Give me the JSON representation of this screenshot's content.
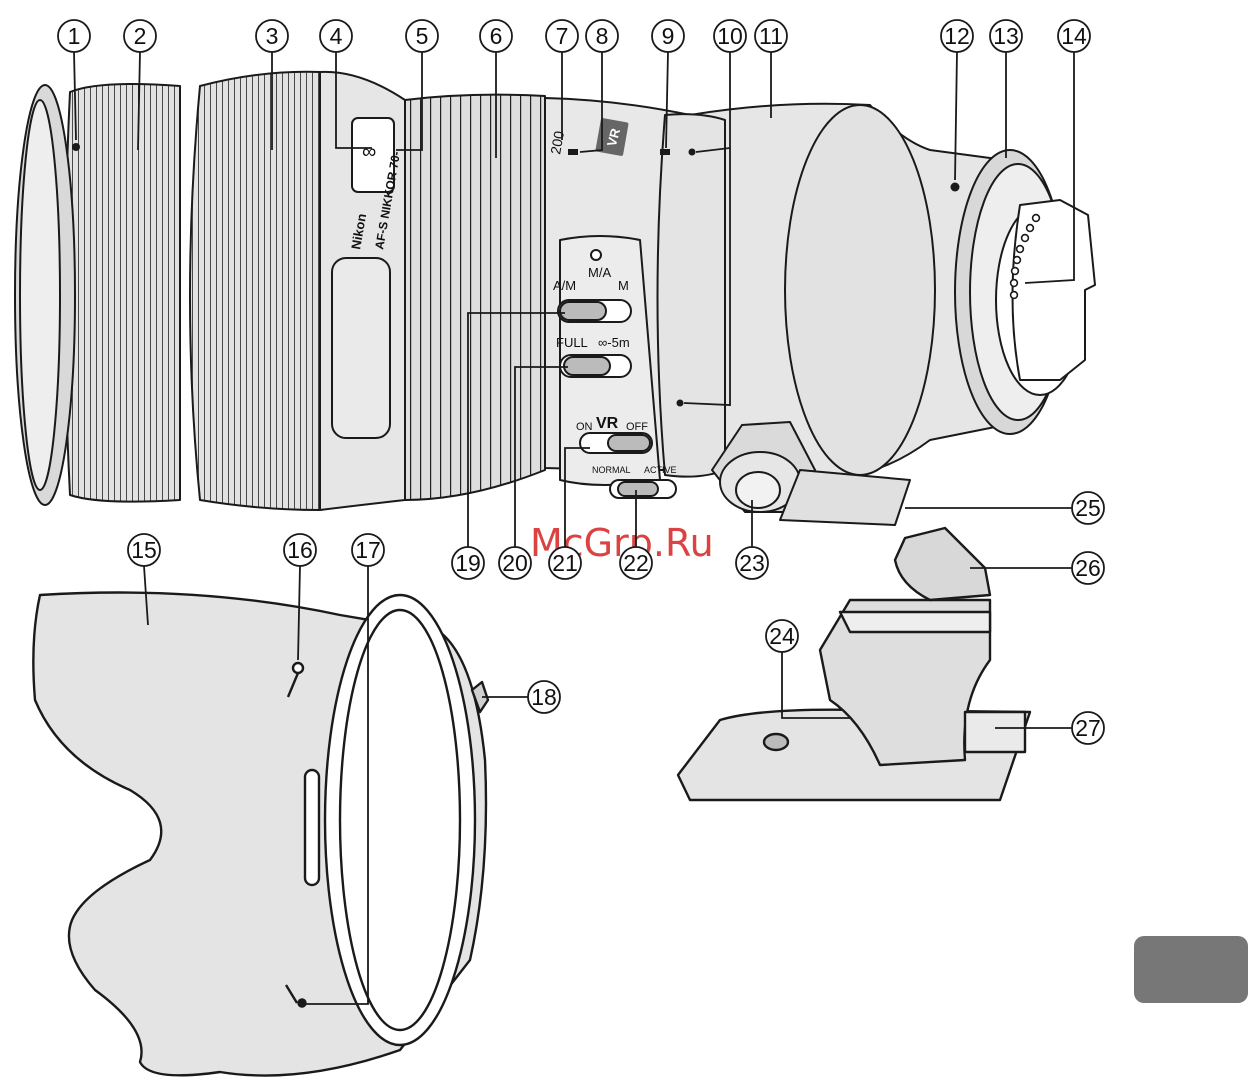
{
  "lens_markings": {
    "brand": "Nikon",
    "model": "AF-S NIKKOR 70-",
    "focal_200": "200",
    "vr_badge": "VR",
    "infinity": "∞"
  },
  "switches": {
    "focus_mode": {
      "opt_am": "A/M",
      "opt_ma": "M/A",
      "opt_m": "M"
    },
    "focus_limit": {
      "opt_full": "FULL",
      "opt_range": "∞-5m"
    },
    "vr_onoff": {
      "title": "VR",
      "opt_on": "ON",
      "opt_off": "OFF"
    },
    "vr_mode": {
      "opt_normal": "NORMAL",
      "opt_active": "ACTIVE"
    }
  },
  "callouts": [
    "1",
    "2",
    "3",
    "4",
    "5",
    "6",
    "7",
    "8",
    "9",
    "10",
    "11",
    "12",
    "13",
    "14",
    "15",
    "16",
    "17",
    "18",
    "19",
    "20",
    "21",
    "22",
    "23",
    "24",
    "25",
    "26",
    "27"
  ],
  "watermark": "McGrp.Ru",
  "colors": {
    "line": "#1a1a1a",
    "body": "#e6e6e6",
    "shade": "#cfcfcf",
    "tab": "#777777",
    "watermark": "#d21414"
  }
}
